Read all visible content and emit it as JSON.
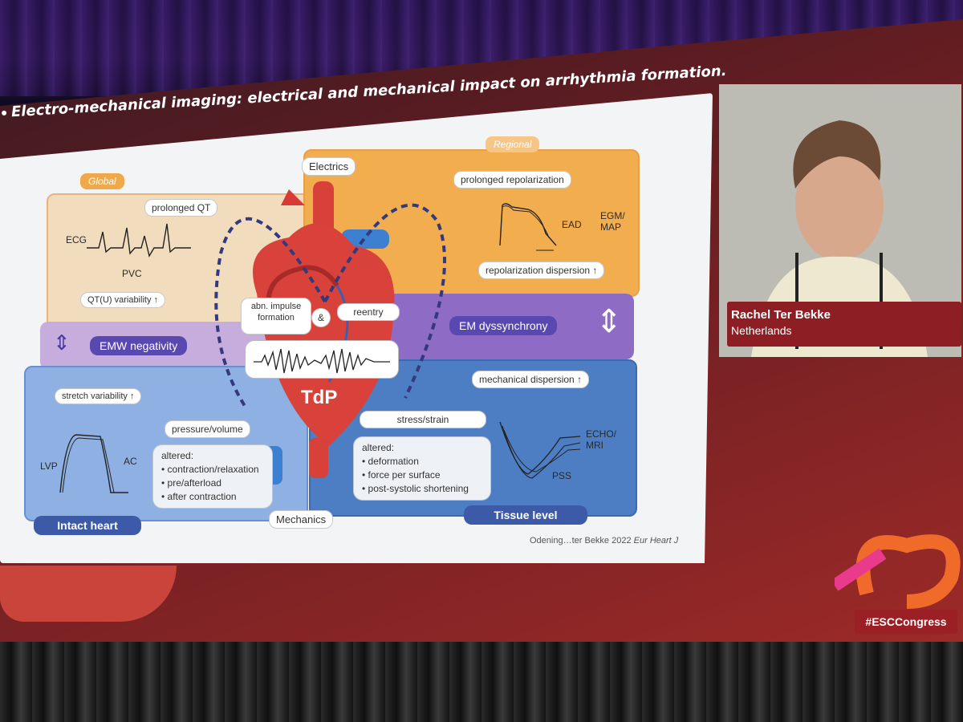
{
  "deck_title": "impact on arrhythmia formation.",
  "slide": {
    "title": "Electro-mechanical imaging: electrical and mechanical impact on arrhythmia formation.",
    "header_full": "Electro-mechanical imaging: electrical and mechanical impact on arrhythmia formation.",
    "citation_prefix": "Odening…ter Bekke 2022",
    "citation_journal": "Eur Heart J"
  },
  "diagram": {
    "electrics": "Electrics",
    "mechanics": "Mechanics",
    "global": "Global",
    "regional": "Regional",
    "prolonged_qt": "prolonged QT",
    "ecg": "ECG",
    "pvc": "PVC",
    "qtu_variability": "QT(U) variability ↑",
    "prolonged_repolarization": "prolonged repolarization",
    "ead": "EAD",
    "egm_map": "EGM/\nMAP",
    "repolarization_dispersion": "repolarization dispersion ↑",
    "abn_impulse_formation": "abn. impulse formation",
    "amp": "&",
    "reentry": "reentry",
    "tdp": "TdP",
    "emw_negativity": "EMW negativity",
    "em_dyssynchrony": "EM dyssynchrony",
    "stretch_variability": "stretch variability ↑",
    "mechanical_dispersion": "mechanical dispersion ↑",
    "pressure_volume": "pressure/volume",
    "stress_strain": "stress/strain",
    "lvp": "LVP",
    "ac": "AC",
    "altered_left": [
      "altered:",
      "• contraction/relaxation",
      "• pre/afterload",
      "• after contraction"
    ],
    "altered_right": [
      "altered:",
      "• deformation",
      "• force per surface",
      "• post-systolic shortening"
    ],
    "echo_mri": "ECHO/\nMRI",
    "pss": "PSS",
    "intact_heart": "Intact heart",
    "tissue_level": "Tissue level"
  },
  "speaker": {
    "name": "Rachel Ter Bekke",
    "country": "Netherlands"
  },
  "hashtag": "#ESCCongress",
  "colors": {
    "global_fill": "#f2dcbe",
    "regional_fill": "#f2ad4f",
    "mid_purple": "#8e6bc5",
    "intact_blue": "#8fb0e2",
    "tissue_blue": "#4d7ec3",
    "esc_red": "#9b2025"
  }
}
